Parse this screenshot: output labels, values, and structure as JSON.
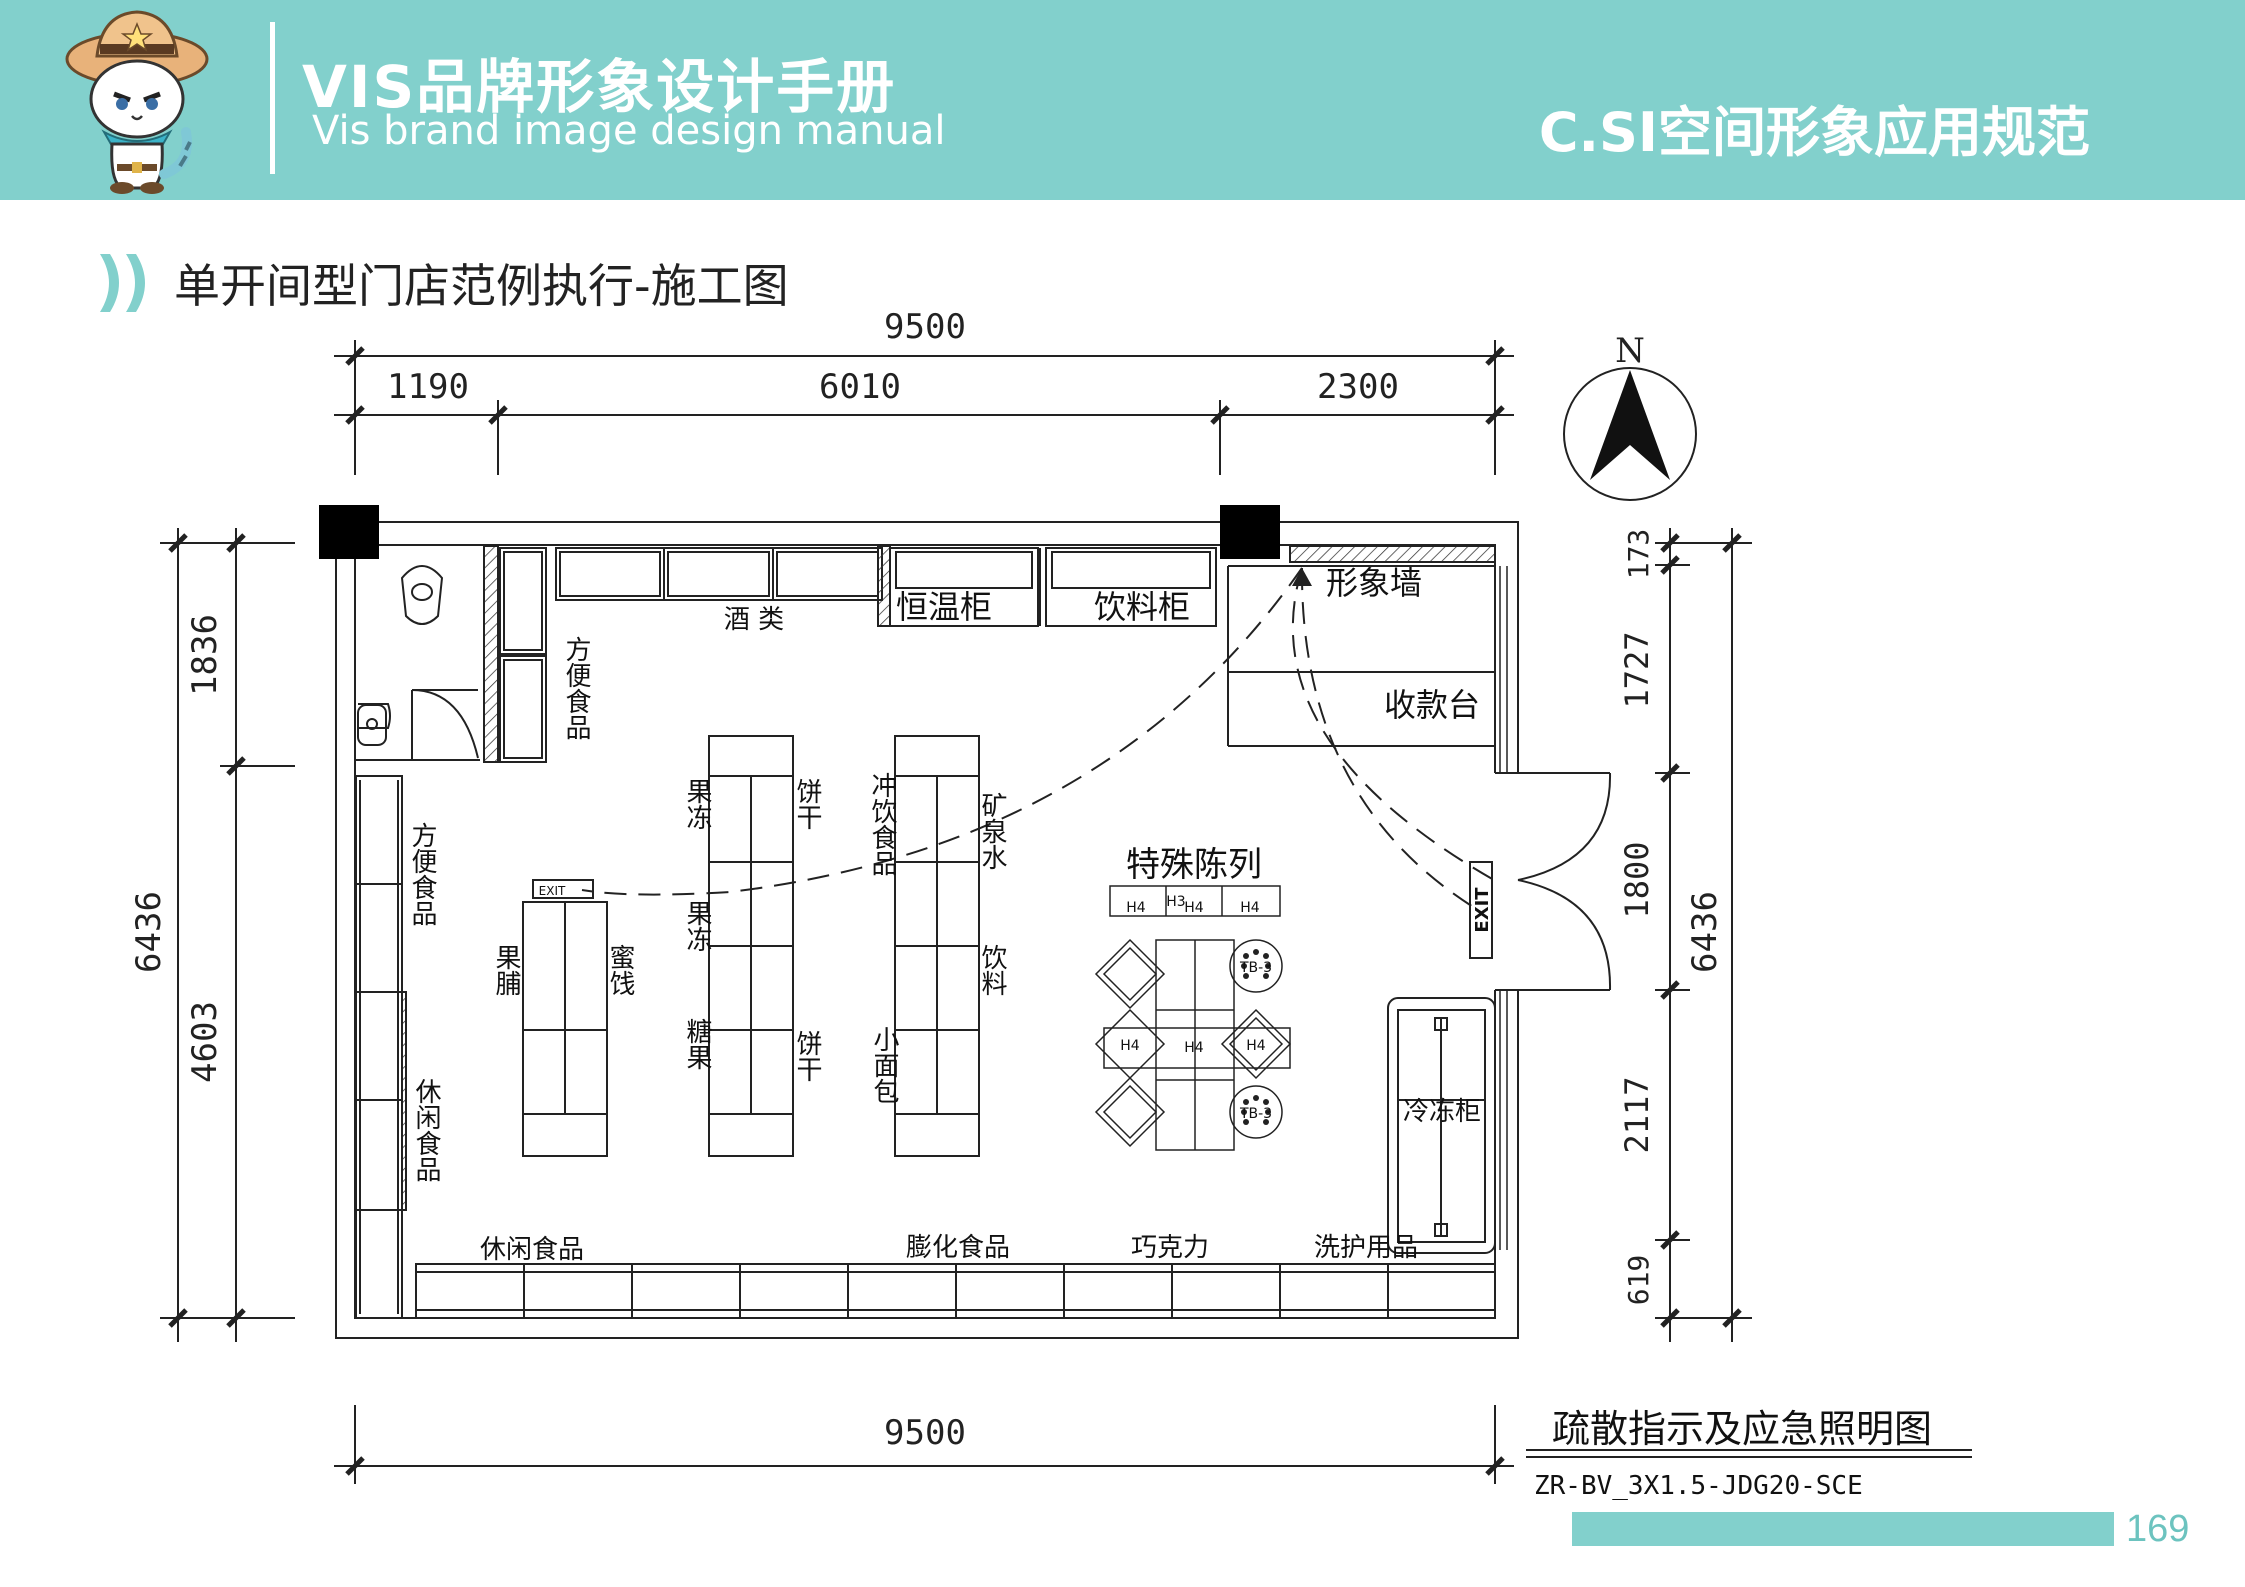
{
  "header": {
    "title_cn": "VIS品牌形象设计手册",
    "title_en": "Vis brand image design manual",
    "section": "C.SI空间形象应用规范"
  },
  "page": {
    "heading": "单开间型门店范例执行-施工图",
    "page_number": "169"
  },
  "colors": {
    "brand_teal": "#82d0cc",
    "page_number": "#6cc3bf",
    "ink": "#222222"
  },
  "plan": {
    "dims": {
      "top_total": "9500",
      "top_seg1": "1190",
      "top_seg2": "6010",
      "top_seg3": "2300",
      "bottom_total": "9500",
      "left_total": "6436",
      "left_seg1": "1836",
      "left_seg2": "4603",
      "right_total": "6436",
      "right_seg1": "173",
      "right_seg2": "1727",
      "right_seg3": "1800",
      "right_seg4": "2117",
      "right_seg5": "619"
    },
    "north": "N",
    "labels": {
      "liquor": "酒 类",
      "thermostat": "恒温柜",
      "beverage_cabinet": "饮料柜",
      "image_wall": "形象墙",
      "cashier": "收款台",
      "instant_food_top": "方便食品",
      "instant_food_left": "方便食品",
      "snack_left": "休闲食品",
      "jelly_1": "果冻",
      "biscuit_1": "饼干",
      "jelly_2": "果冻",
      "candy": "糖果",
      "biscuit_2": "饼干",
      "brewing": "冲饮食品",
      "mineral_water": "矿泉水",
      "drinks": "饮料",
      "bread": "小面包",
      "dried_fruit": "果脯",
      "preserves": "蜜饯",
      "exit_small": "EXIT",
      "special_display": "特殊陈列",
      "freezer": "冷冻柜",
      "exit_door": "EXIT",
      "bottom_snack": "休闲食品",
      "puffed_food": "膨化食品",
      "chocolate": "巧克力",
      "toiletries": "洗护用品",
      "fixture_h3": "H3",
      "fixture_h4": "H4",
      "fixture_tb3": "TB-3"
    },
    "legend_title": "疏散指示及应急照明图",
    "cable_code": "ZR-BV_3X1.5-JDG20-SCE"
  }
}
